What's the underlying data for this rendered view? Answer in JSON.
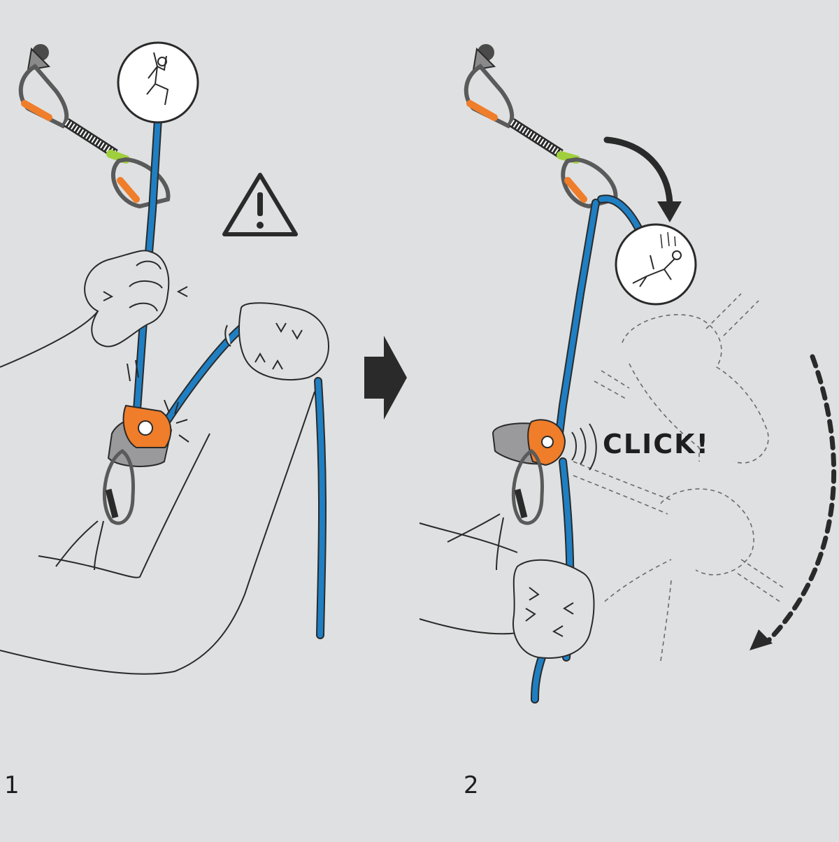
{
  "steps": [
    {
      "number": "1"
    },
    {
      "number": "2"
    }
  ],
  "sound_effect": "CLICK!",
  "colors": {
    "background": "#dfe0e1",
    "rope": "#1f7fc2",
    "device_orange": "#ef7d2a",
    "device_grey": "#9a9a9c",
    "quickdraw_green": "#9fcf3c",
    "line_art": "#2a2a2a"
  },
  "icons": {
    "warning": "warning-triangle-icon",
    "next": "right-arrow-icon"
  }
}
